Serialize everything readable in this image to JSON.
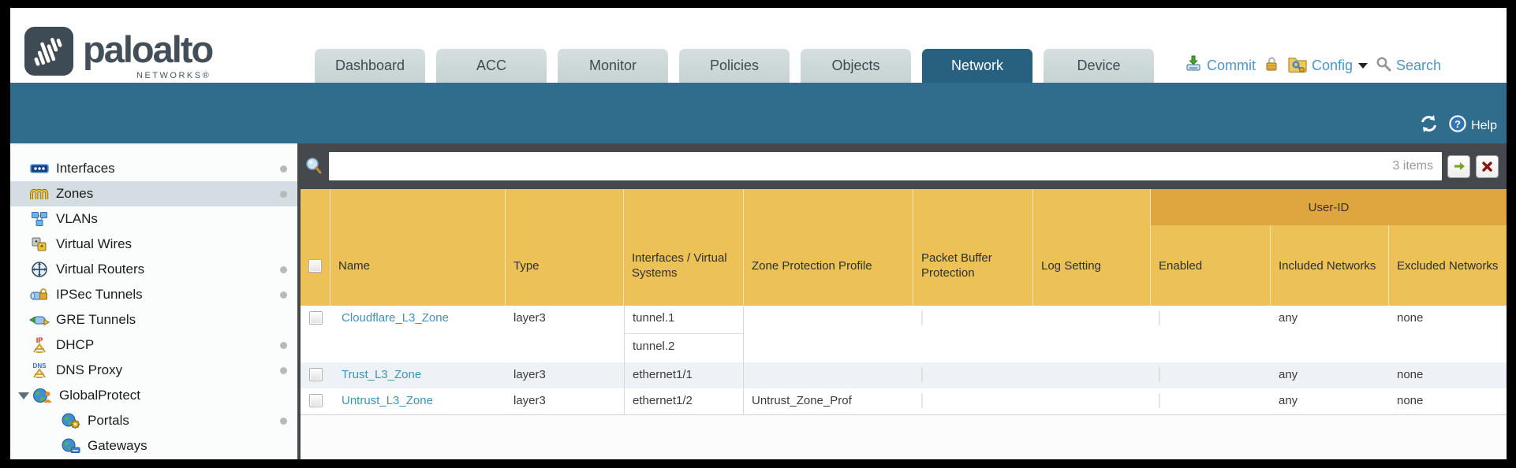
{
  "brand": {
    "logo": "paloalto",
    "sub": "NETWORKS®"
  },
  "nav": {
    "tabs": [
      {
        "label": "Dashboard",
        "active": false
      },
      {
        "label": "ACC",
        "active": false
      },
      {
        "label": "Monitor",
        "active": false
      },
      {
        "label": "Policies",
        "active": false
      },
      {
        "label": "Objects",
        "active": false
      },
      {
        "label": "Network",
        "active": true
      },
      {
        "label": "Device",
        "active": false
      }
    ]
  },
  "actions": {
    "commit": "Commit",
    "config": "Config",
    "search": "Search"
  },
  "band": {
    "help": "Help"
  },
  "toolbar": {
    "search_value": "",
    "items_count": "3 items"
  },
  "sidebar": {
    "items": [
      {
        "label": "Interfaces",
        "icon": "interfaces-icon",
        "dot": true
      },
      {
        "label": "Zones",
        "icon": "zones-icon",
        "selected": true,
        "dot": true
      },
      {
        "label": "VLANs",
        "icon": "vlans-icon"
      },
      {
        "label": "Virtual Wires",
        "icon": "virtual-wires-icon"
      },
      {
        "label": "Virtual Routers",
        "icon": "virtual-routers-icon",
        "dot": true
      },
      {
        "label": "IPSec Tunnels",
        "icon": "ipsec-tunnels-icon",
        "dot": true
      },
      {
        "label": "GRE Tunnels",
        "icon": "gre-tunnels-icon"
      },
      {
        "label": "DHCP",
        "icon": "dhcp-icon",
        "dot": true
      },
      {
        "label": "DNS Proxy",
        "icon": "dns-proxy-icon",
        "dot": true
      },
      {
        "label": "GlobalProtect",
        "icon": "globalprotect-icon",
        "parent": true
      },
      {
        "label": "Portals",
        "icon": "portals-icon",
        "indent": true,
        "dot": true
      },
      {
        "label": "Gateways",
        "icon": "gateways-icon",
        "indent": true
      }
    ]
  },
  "table": {
    "group_header": "User-ID",
    "columns": [
      {
        "key": "select",
        "label": ""
      },
      {
        "key": "name",
        "label": "Name"
      },
      {
        "key": "type",
        "label": "Type"
      },
      {
        "key": "interfaces",
        "label": "Interfaces / Virtual Systems"
      },
      {
        "key": "zpp",
        "label": "Zone Protection Profile"
      },
      {
        "key": "pbp",
        "label": "Packet Buffer Protection"
      },
      {
        "key": "log",
        "label": "Log Setting"
      },
      {
        "key": "enabled",
        "label": "Enabled",
        "group": "User-ID"
      },
      {
        "key": "included",
        "label": "Included Networks",
        "group": "User-ID"
      },
      {
        "key": "excluded",
        "label": "Excluded Networks",
        "group": "User-ID"
      }
    ],
    "rows": [
      {
        "name": "Cloudflare_L3_Zone",
        "type": "layer3",
        "interfaces": [
          "tunnel.1",
          "tunnel.2"
        ],
        "zone_protection_profile": "",
        "log_setting": "",
        "included_networks": "any",
        "excluded_networks": "none"
      },
      {
        "name": "Trust_L3_Zone",
        "type": "layer3",
        "interfaces": [
          "ethernet1/1"
        ],
        "zone_protection_profile": "",
        "log_setting": "",
        "included_networks": "any",
        "excluded_networks": "none"
      },
      {
        "name": "Untrust_L3_Zone",
        "type": "layer3",
        "interfaces": [
          "ethernet1/2"
        ],
        "zone_protection_profile": "Untrust_Zone_Prof",
        "log_setting": "",
        "included_networks": "any",
        "excluded_networks": "none"
      }
    ]
  },
  "colors": {
    "band_teal": "#306c8c",
    "active_tab": "#27617f",
    "header_amber": "#ecc258",
    "group_amber": "#dfa640",
    "link_blue": "#3e92b4",
    "action_blue": "#4d94c6",
    "strip_dark": "#45494d",
    "alt_row": "#eef2f6",
    "selected_item": "#d3dde2"
  }
}
